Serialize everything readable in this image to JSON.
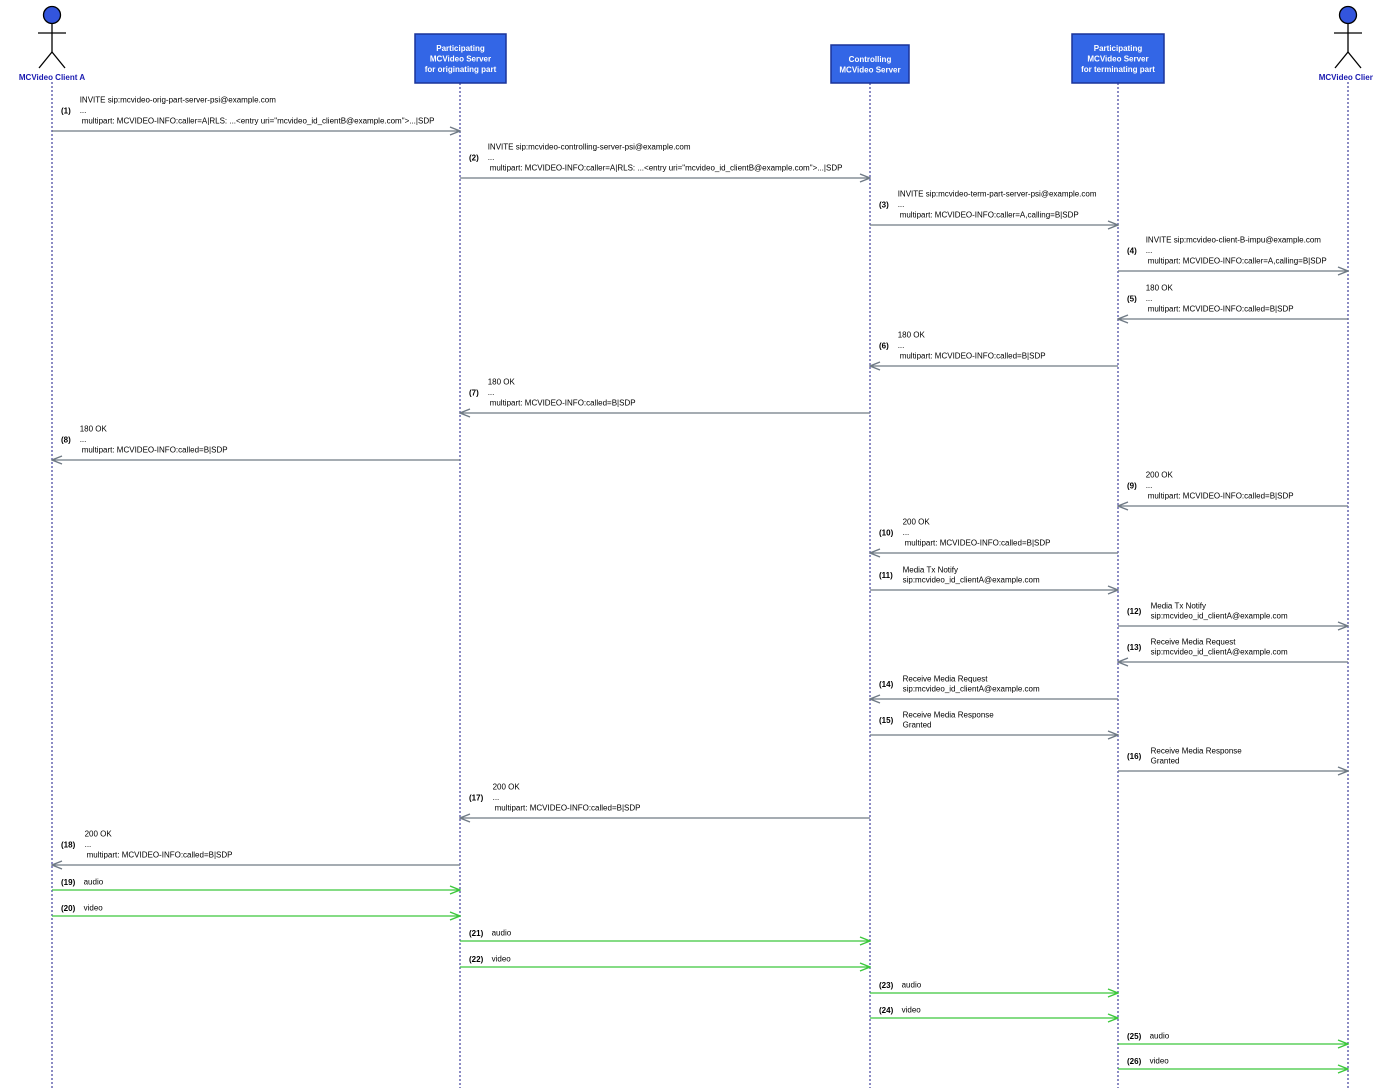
{
  "colors": {
    "signaling": "#6f7a85",
    "media": "#3cc83c",
    "box_fill": "#3366e6",
    "box_border": "#1a3399",
    "actor_fill": "#3355dd",
    "actor_stroke": "#000000",
    "lifeline": "#1a1a8a",
    "label_blue": "#1a1ab0"
  },
  "participants": [
    {
      "id": "clientA",
      "kind": "actor",
      "name": "MCVideo Client A"
    },
    {
      "id": "origServer",
      "kind": "box",
      "lines": [
        "Participating",
        "MCVideo Server",
        "for originating part"
      ]
    },
    {
      "id": "ctrlServer",
      "kind": "box",
      "lines": [
        "Controlling",
        "MCVideo Server"
      ]
    },
    {
      "id": "termServer",
      "kind": "box",
      "lines": [
        "Participating",
        "MCVideo Server",
        "for terminating part"
      ]
    },
    {
      "id": "clientB",
      "kind": "actor",
      "name": "MCVideo Client"
    }
  ],
  "messages": [
    {
      "num": "(1)",
      "from": "clientA",
      "to": "origServer",
      "type": "signal",
      "lines": [
        "INVITE sip:mcvideo-orig-part-server-psi@example.com",
        "...",
        "multipart: MCVIDEO-INFO:caller=A|RLS: ...<entry uri=\"mcvideo_id_clientB@example.com\">...|SDP"
      ]
    },
    {
      "num": "(2)",
      "from": "origServer",
      "to": "ctrlServer",
      "type": "signal",
      "lines": [
        "INVITE sip:mcvideo-controlling-server-psi@example.com",
        "...",
        "multipart: MCVIDEO-INFO:caller=A|RLS: ...<entry uri=\"mcvideo_id_clientB@example.com\">...|SDP"
      ]
    },
    {
      "num": "(3)",
      "from": "ctrlServer",
      "to": "termServer",
      "type": "signal",
      "lines": [
        "INVITE sip:mcvideo-term-part-server-psi@example.com",
        "...",
        "multipart: MCVIDEO-INFO:caller=A,calling=B|SDP"
      ]
    },
    {
      "num": "(4)",
      "from": "termServer",
      "to": "clientB",
      "type": "signal",
      "lines": [
        "INVITE sip:mcvideo-client-B-impu@example.com",
        "...",
        "multipart: MCVIDEO-INFO:caller=A,calling=B|SDP"
      ]
    },
    {
      "num": "(5)",
      "from": "clientB",
      "to": "termServer",
      "type": "signal",
      "lines": [
        "180 OK",
        "...",
        "multipart: MCVIDEO-INFO:called=B|SDP"
      ]
    },
    {
      "num": "(6)",
      "from": "termServer",
      "to": "ctrlServer",
      "type": "signal",
      "lines": [
        "180 OK",
        "...",
        "multipart: MCVIDEO-INFO:called=B|SDP"
      ]
    },
    {
      "num": "(7)",
      "from": "ctrlServer",
      "to": "origServer",
      "type": "signal",
      "lines": [
        "180 OK",
        "...",
        "multipart: MCVIDEO-INFO:called=B|SDP"
      ]
    },
    {
      "num": "(8)",
      "from": "origServer",
      "to": "clientA",
      "type": "signal",
      "lines": [
        "180 OK",
        "...",
        "multipart: MCVIDEO-INFO:called=B|SDP"
      ]
    },
    {
      "num": "(9)",
      "from": "clientB",
      "to": "termServer",
      "type": "signal",
      "lines": [
        "200 OK",
        "...",
        "multipart: MCVIDEO-INFO:called=B|SDP"
      ]
    },
    {
      "num": "(10)",
      "from": "termServer",
      "to": "ctrlServer",
      "type": "signal",
      "lines": [
        "200 OK",
        "...",
        "multipart: MCVIDEO-INFO:called=B|SDP"
      ]
    },
    {
      "num": "(11)",
      "from": "ctrlServer",
      "to": "termServer",
      "type": "signal",
      "lines": [
        "Media Tx Notify",
        "sip:mcvideo_id_clientA@example.com"
      ]
    },
    {
      "num": "(12)",
      "from": "termServer",
      "to": "clientB",
      "type": "signal",
      "lines": [
        "Media Tx Notify",
        "sip:mcvideo_id_clientA@example.com"
      ]
    },
    {
      "num": "(13)",
      "from": "clientB",
      "to": "termServer",
      "type": "signal",
      "lines": [
        "Receive Media Request",
        "sip:mcvideo_id_clientA@example.com"
      ]
    },
    {
      "num": "(14)",
      "from": "termServer",
      "to": "ctrlServer",
      "type": "signal",
      "lines": [
        "Receive Media Request",
        "sip:mcvideo_id_clientA@example.com"
      ]
    },
    {
      "num": "(15)",
      "from": "ctrlServer",
      "to": "termServer",
      "type": "signal",
      "lines": [
        "Receive Media Response",
        "Granted"
      ]
    },
    {
      "num": "(16)",
      "from": "termServer",
      "to": "clientB",
      "type": "signal",
      "lines": [
        "Receive Media Response",
        "Granted"
      ]
    },
    {
      "num": "(17)",
      "from": "ctrlServer",
      "to": "origServer",
      "type": "signal",
      "lines": [
        "200 OK",
        "...",
        "multipart: MCVIDEO-INFO:called=B|SDP"
      ]
    },
    {
      "num": "(18)",
      "from": "origServer",
      "to": "clientA",
      "type": "signal",
      "lines": [
        "200 OK",
        "...",
        "multipart: MCVIDEO-INFO:called=B|SDP"
      ]
    },
    {
      "num": "(19)",
      "from": "clientA",
      "to": "origServer",
      "type": "media",
      "lines": [
        "audio"
      ]
    },
    {
      "num": "(20)",
      "from": "clientA",
      "to": "origServer",
      "type": "media",
      "lines": [
        "video"
      ]
    },
    {
      "num": "(21)",
      "from": "origServer",
      "to": "ctrlServer",
      "type": "media",
      "lines": [
        "audio"
      ]
    },
    {
      "num": "(22)",
      "from": "origServer",
      "to": "ctrlServer",
      "type": "media",
      "lines": [
        "video"
      ]
    },
    {
      "num": "(23)",
      "from": "ctrlServer",
      "to": "termServer",
      "type": "media",
      "lines": [
        "audio"
      ]
    },
    {
      "num": "(24)",
      "from": "ctrlServer",
      "to": "termServer",
      "type": "media",
      "lines": [
        "video"
      ]
    },
    {
      "num": "(25)",
      "from": "termServer",
      "to": "clientB",
      "type": "media",
      "lines": [
        "audio"
      ]
    },
    {
      "num": "(26)",
      "from": "termServer",
      "to": "clientB",
      "type": "media",
      "lines": [
        "video"
      ]
    }
  ]
}
